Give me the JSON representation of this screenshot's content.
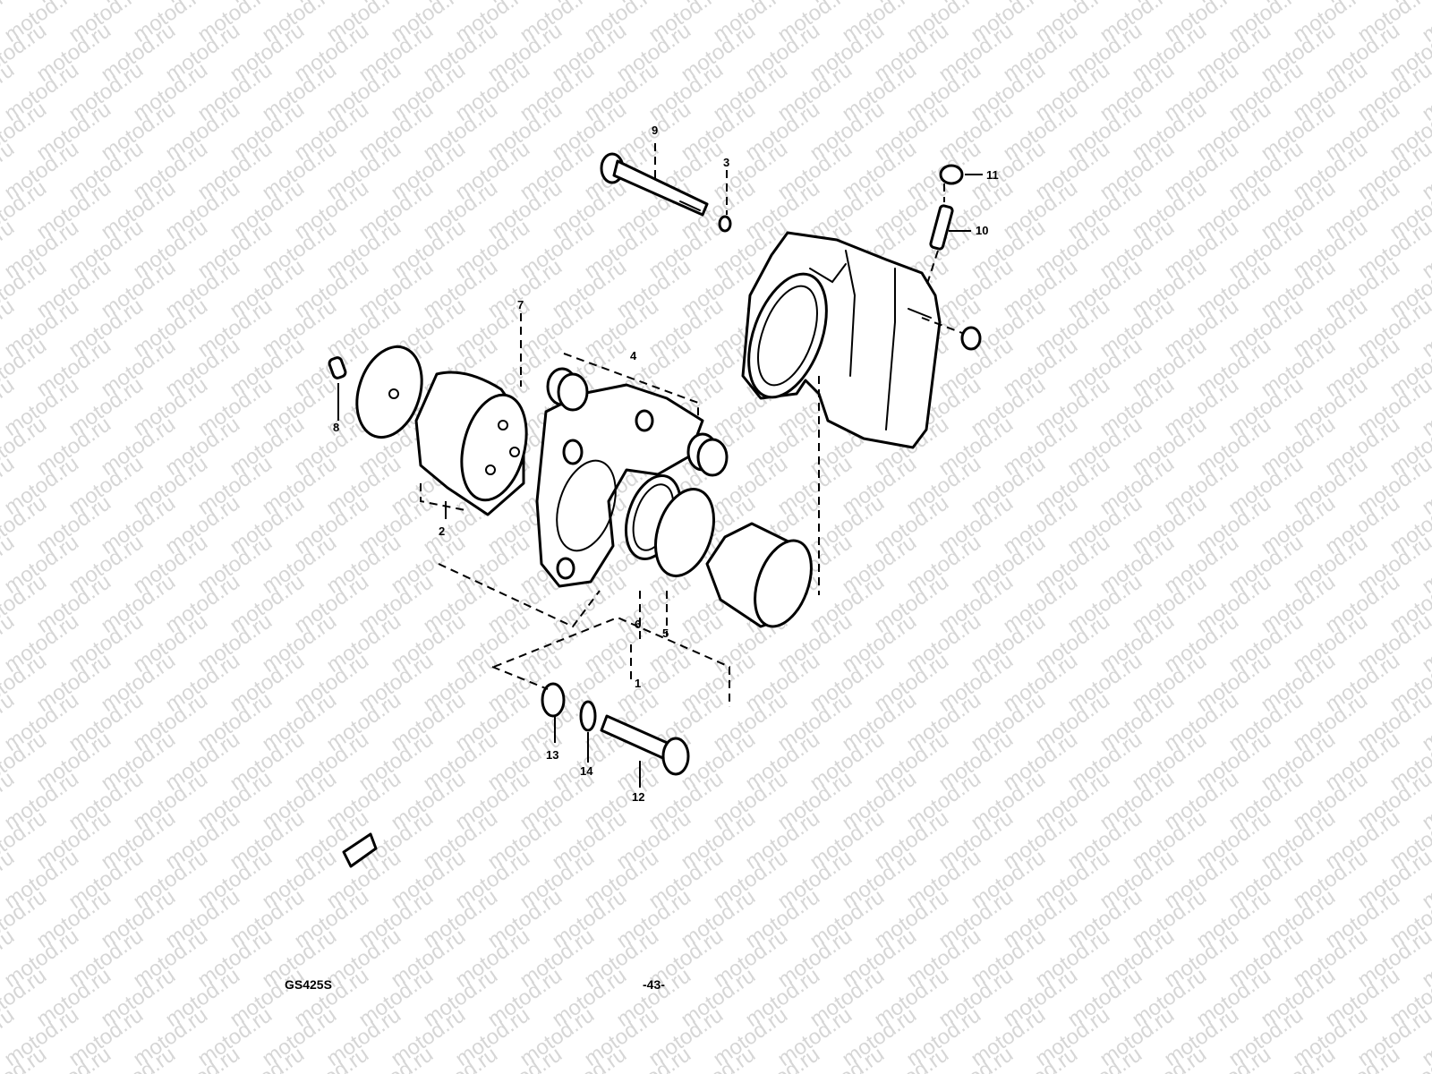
{
  "watermark": {
    "text": "motod.ru"
  },
  "callouts": {
    "c1": "1",
    "c2": "2",
    "c3": "3",
    "c4": "4",
    "c5": "5",
    "c6": "6",
    "c7": "7",
    "c8": "8",
    "c9": "9",
    "c10": "10",
    "c11": "11",
    "c12": "12",
    "c13": "13",
    "c14": "14"
  },
  "footer": {
    "code": "GS425S",
    "page": "-43-"
  }
}
